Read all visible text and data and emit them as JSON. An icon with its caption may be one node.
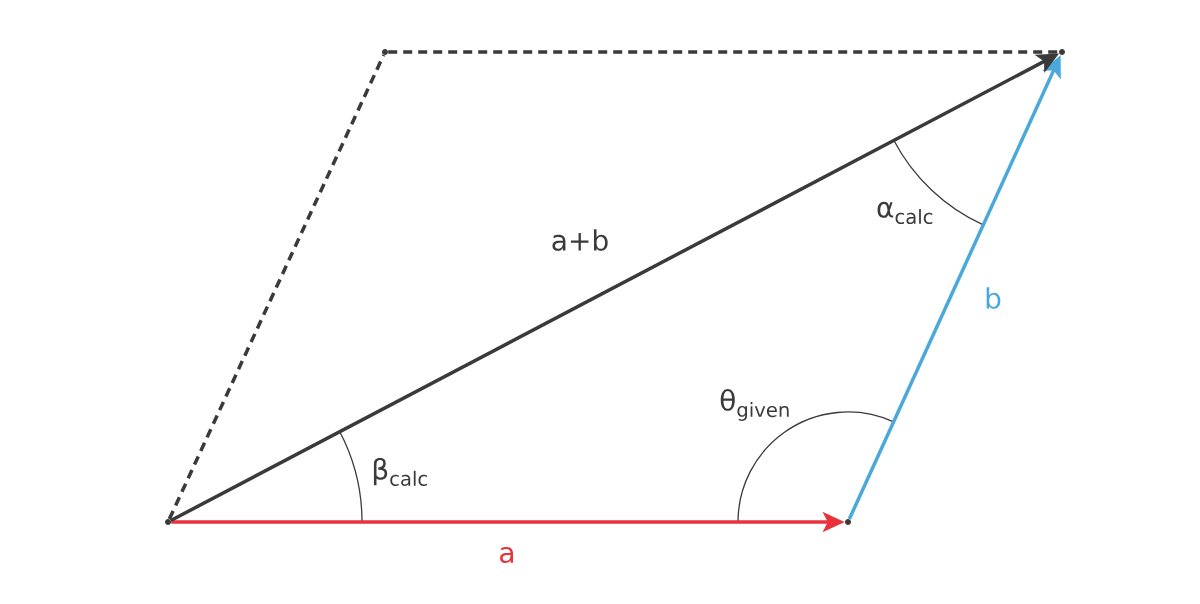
{
  "diagram": {
    "nodes": [
      {
        "text": [],
        "shape": "point"
      },
      {
        "text": [],
        "shape": "point"
      },
      {
        "text": [],
        "shape": "point"
      },
      {
        "text": [],
        "shape": "point"
      }
    ],
    "edges": [
      {
        "from": 0,
        "to": 1,
        "arrow": "to",
        "label": "a",
        "color": "#e8323c"
      },
      {
        "from": 1,
        "to": 2,
        "arrow": "to",
        "label": "b",
        "color": "#4aa8db"
      },
      {
        "from": 0,
        "to": 2,
        "arrow": "to",
        "label": "a+b"
      },
      {
        "from": 0,
        "to": 3,
        "arrow": "none",
        "style": "dashed"
      },
      {
        "from": 3,
        "to": 2,
        "arrow": "none",
        "style": "dashed"
      }
    ],
    "labels": [
      "α$_{calc}$",
      "θ$_{given}$",
      "β$_{calc}$"
    ]
  }
}
